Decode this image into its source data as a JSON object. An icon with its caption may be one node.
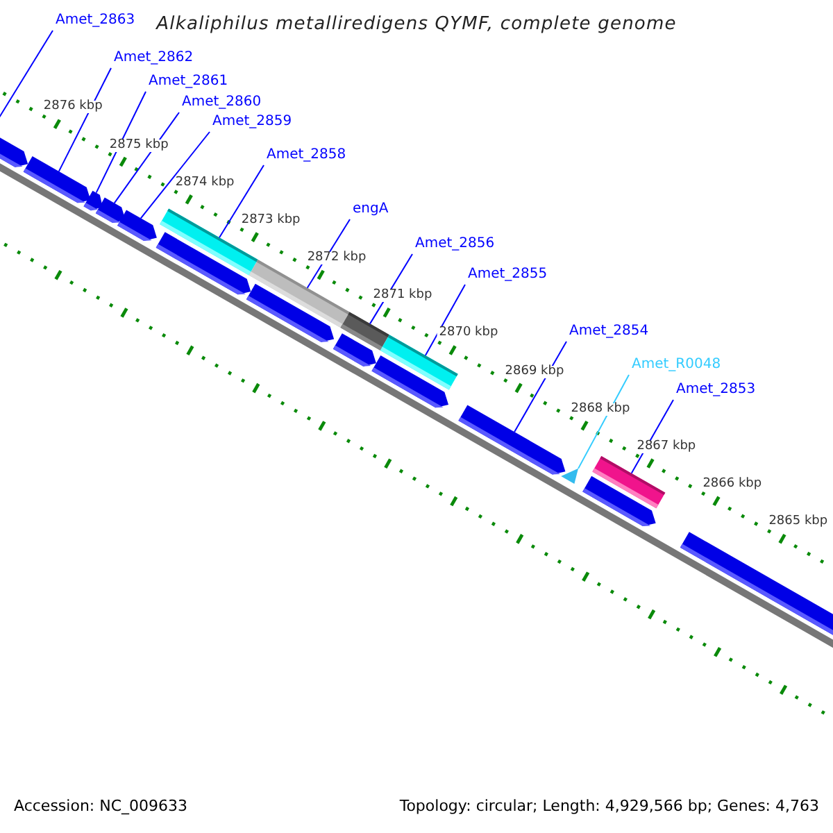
{
  "diagram": {
    "title": "Alkaliphilus metalliredigens QYMF, complete genome",
    "nodes": [
      {
        "text": [
          "Amet_2863"
        ]
      },
      {
        "text": [
          "Amet_2862"
        ]
      },
      {
        "text": [
          "Amet_2861"
        ]
      },
      {
        "text": [
          "Amet_2860"
        ]
      },
      {
        "text": [
          "Amet_2859"
        ]
      },
      {
        "text": [
          "Amet_2858"
        ]
      },
      {
        "text": [
          "engA"
        ]
      },
      {
        "text": [
          "Amet_2856"
        ]
      },
      {
        "text": [
          "Amet_2855"
        ]
      },
      {
        "text": [
          "Amet_2854"
        ]
      },
      {
        "text": [
          "Amet_R0048"
        ]
      },
      {
        "text": [
          "Amet_2853"
        ]
      },
      {
        "text": [],
        "shape": "arrow"
      },
      {
        "text": [],
        "shape": "arrow"
      },
      {
        "text": [],
        "shape": "arrow"
      },
      {
        "text": [],
        "shape": "arrow"
      },
      {
        "text": [],
        "shape": "arrow"
      },
      {
        "text": [],
        "shape": "bar"
      },
      {
        "text": [],
        "shape": "bar"
      },
      {
        "text": [],
        "shape": "bar"
      },
      {
        "text": [],
        "shape": "bar"
      },
      {
        "text": [],
        "shape": "arrow"
      },
      {
        "text": [],
        "shape": "triangle"
      },
      {
        "text": [],
        "shape": "bar"
      }
    ],
    "edges": [
      {
        "from": 0,
        "to": 12,
        "arrow": "none"
      },
      {
        "from": 1,
        "to": 13,
        "arrow": "none"
      },
      {
        "from": 2,
        "to": 14,
        "arrow": "none"
      },
      {
        "from": 3,
        "to": 15,
        "arrow": "none"
      },
      {
        "from": 4,
        "to": 16,
        "arrow": "none"
      },
      {
        "from": 5,
        "to": 17,
        "arrow": "none"
      },
      {
        "from": 6,
        "to": 18,
        "arrow": "none"
      },
      {
        "from": 7,
        "to": 19,
        "arrow": "none"
      },
      {
        "from": 8,
        "to": 20,
        "arrow": "none"
      },
      {
        "from": 9,
        "to": 21,
        "arrow": "none"
      },
      {
        "from": 10,
        "to": 22,
        "arrow": "none",
        "color": "#33ccff"
      },
      {
        "from": 11,
        "to": 23,
        "arrow": "none"
      }
    ],
    "labels": [
      "2876 kbp",
      "2875 kbp",
      "2874 kbp",
      "2873 kbp",
      "2872 kbp",
      "2871 kbp",
      "2870 kbp",
      "2869 kbp",
      "2868 kbp",
      "2867 kbp",
      "2866 kbp",
      "2865 kbp",
      "Accession: NC_009633",
      "Topology: circular; Length: 4,929,566 bp; Genes: 4,763"
    ]
  }
}
